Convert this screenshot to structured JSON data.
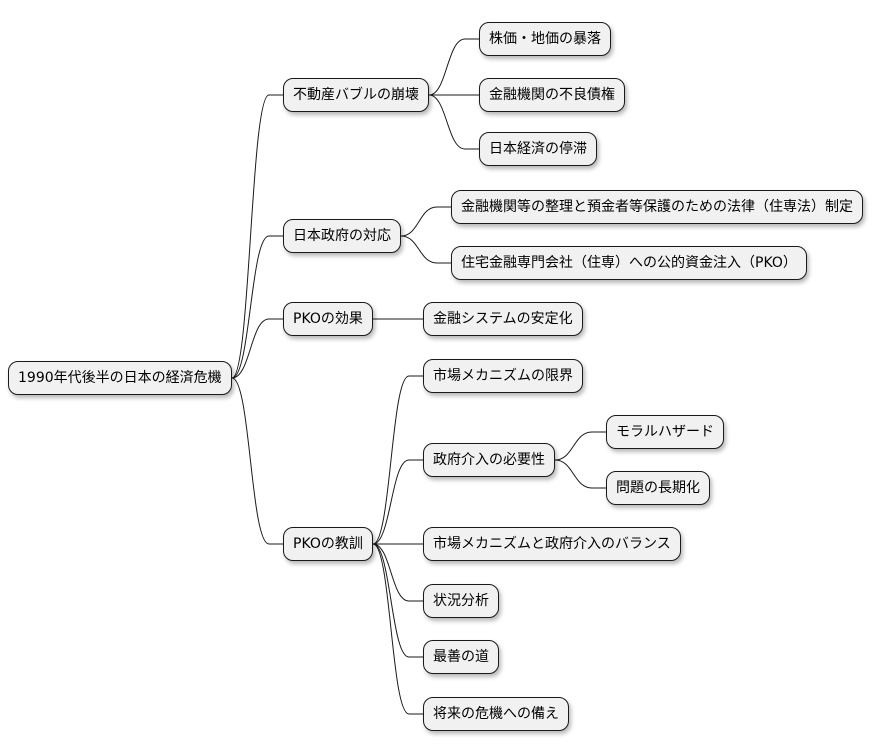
{
  "mindmap": {
    "root": "1990年代後半の日本の経済危機",
    "branches": [
      {
        "label": "不動産バブルの崩壊",
        "children": [
          "株価・地価の暴落",
          "金融機関の不良債権",
          "日本経済の停滞"
        ]
      },
      {
        "label": "日本政府の対応",
        "children": [
          "金融機関等の整理と預金者等保護のための法律（住専法）制定",
          "住宅金融専門会社（住専）への公的資金注入（PKO）"
        ]
      },
      {
        "label": "PKOの効果",
        "children": [
          "金融システムの安定化"
        ]
      },
      {
        "label": "PKOの教訓",
        "children": [
          "市場メカニズムの限界",
          "政府介入の必要性",
          "市場メカニズムと政府介入のバランス",
          "状況分析",
          "最善の道",
          "将来の危機への備え"
        ],
        "sub": {
          "label": "政府介入の必要性",
          "children": [
            "モラルハザード",
            "問題の長期化"
          ]
        }
      }
    ]
  },
  "colors": {
    "node_fill": "#f1f1f1",
    "node_border": "#1a1a1a",
    "edge": "#1a1a1a"
  }
}
